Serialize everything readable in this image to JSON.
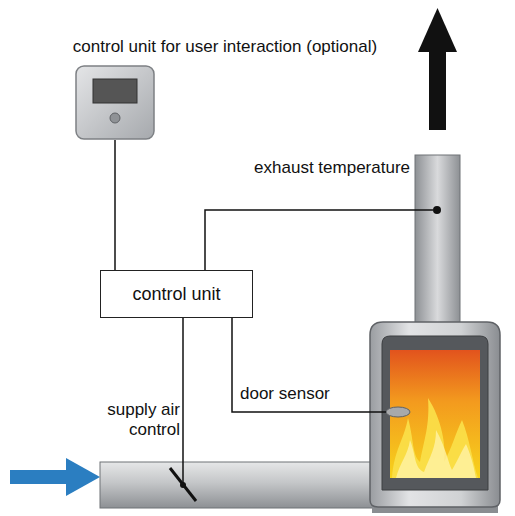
{
  "diagram": {
    "nodes": [
      {
        "text": [
          "control unit for user interaction (optional)"
        ]
      },
      {
        "text": [
          "control unit"
        ]
      }
    ],
    "edges": [
      {
        "from": 0,
        "to": 1,
        "arrow": "none"
      }
    ],
    "labels": [
      "exhaust temperature",
      "door sensor",
      "supply air control"
    ]
  }
}
